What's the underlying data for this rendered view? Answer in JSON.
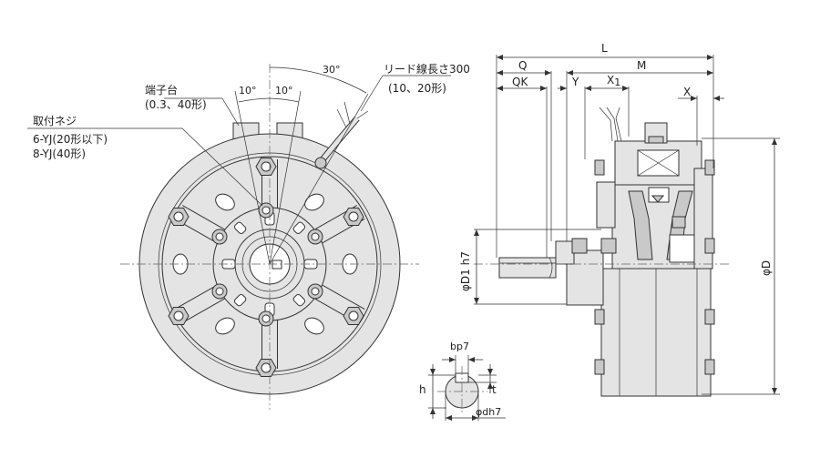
{
  "front_view": {
    "terminal_block_label": "端子台",
    "terminal_block_note": "(0.3、40形)",
    "mounting_screw_label": "取付ネジ",
    "mounting_screw_6": "6-YJ(20形以下)",
    "mounting_screw_8": "8-YJ(40形)",
    "angle_10a": "10°",
    "angle_10b": "10°",
    "angle_30": "30°",
    "lead_wire_label": "リード線長さ300",
    "lead_wire_note": "(10、20形)"
  },
  "side_view": {
    "dim_L": "L",
    "dim_Q": "Q",
    "dim_QK": "QK",
    "dim_M": "M",
    "dim_Y": "Y",
    "dim_X1": "X",
    "dim_X1_sub": "1",
    "dim_X": "X",
    "dim_phiD1": "φD1 h7",
    "dim_phiD": "φD"
  },
  "shaft_section": {
    "dim_bp7": "bp7",
    "dim_h": "h",
    "dim_t": "t",
    "dim_phidh7": "φdh7"
  },
  "colors": {
    "body_fill": "#e4e4e4",
    "dark_fill": "#c9c9c9",
    "line": "#333333"
  }
}
